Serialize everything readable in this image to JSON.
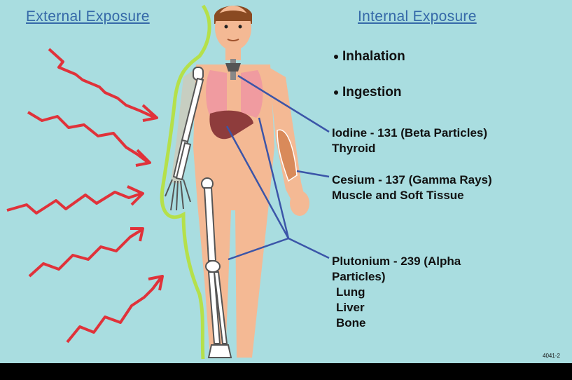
{
  "headings": {
    "external": "External Exposure",
    "internal": "Internal Exposure"
  },
  "routes": [
    "Inhalation",
    "Ingestion"
  ],
  "isotopes": [
    {
      "name": "Iodine - 131 (Beta Particles)",
      "organs": [
        "Thyroid"
      ]
    },
    {
      "name": "Cesium - 137 (Gamma Rays)",
      "organs": [
        "Muscle and Soft Tissue"
      ]
    },
    {
      "name_lines": [
        "Plutonium - 239 (Alpha",
        "Particles)"
      ],
      "organs": [
        "Lung",
        "Liver",
        "Bone"
      ]
    }
  ],
  "figure_code": "4041-2",
  "colors": {
    "background": "#a9dde0",
    "heading": "#3569a8",
    "rays": "#e0323a",
    "aura": "#b5e04a",
    "pointer": "#3b55a8",
    "skin": "#f4b994"
  },
  "icons": {
    "rays": "wavy-arrow-icon",
    "body": "human-figure-icon"
  }
}
